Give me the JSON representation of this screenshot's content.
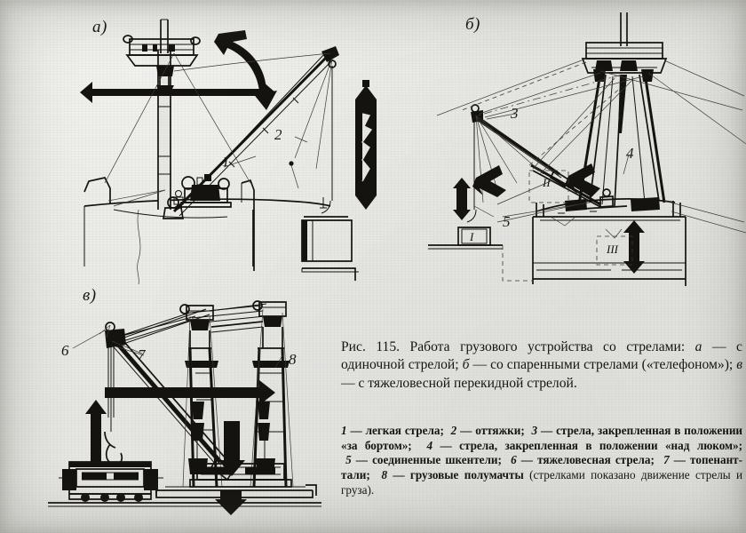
{
  "figure": {
    "panels": [
      {
        "id": "a",
        "label": "а)"
      },
      {
        "id": "b",
        "label": "б)"
      },
      {
        "id": "v",
        "label": "в)"
      }
    ],
    "callouts": [
      {
        "id": "c1",
        "text": "1",
        "panel": "a"
      },
      {
        "id": "c2",
        "text": "2",
        "panel": "a"
      },
      {
        "id": "c3",
        "text": "3",
        "panel": "b"
      },
      {
        "id": "c4",
        "text": "4",
        "panel": "b"
      },
      {
        "id": "c5",
        "text": "5",
        "panel": "b"
      },
      {
        "id": "c6",
        "text": "6",
        "panel": "v"
      },
      {
        "id": "c7",
        "text": "7",
        "panel": "v"
      },
      {
        "id": "c8",
        "text": "8",
        "panel": "v"
      }
    ],
    "position_marks": [
      {
        "id": "p1",
        "text": "I",
        "panel": "b"
      },
      {
        "id": "p2",
        "text": "II",
        "panel": "b"
      },
      {
        "id": "p3",
        "text": "III",
        "panel": "b"
      }
    ]
  },
  "caption": {
    "figure_number": "Рис. 115.",
    "title": "Работа грузового устройства со стрелами:",
    "item_a_mark": "а",
    "item_a": "— с одиночной стрелой;",
    "item_b_mark": "б",
    "item_b": "— со спаренными стрелами («телефоном»);",
    "item_v_mark": "в",
    "item_v": "— с тяжеловесной перекидной стрелой."
  },
  "legend": {
    "items": [
      {
        "num": "1",
        "dash": "—",
        "text": "легкая стрела;"
      },
      {
        "num": "2",
        "dash": "—",
        "text": "оттяжки;"
      },
      {
        "num": "3",
        "dash": "—",
        "text": "стрела, закрепленная в положении «за бортом»;"
      },
      {
        "num": "4",
        "dash": "—",
        "text": "стрела, закрепленная в положении «над люком»;"
      },
      {
        "num": "5",
        "dash": "—",
        "text": "соединенные шкентели;"
      },
      {
        "num": "6",
        "dash": "—",
        "text": "тяжеловесная стрела;"
      },
      {
        "num": "7",
        "dash": "—",
        "text": "топенант-тали;"
      },
      {
        "num": "8",
        "dash": "—",
        "text": "грузовые полумачты"
      }
    ],
    "note": "(стрелками показано движение стрелы и груза)."
  },
  "colors": {
    "paper": "#e7e7e3",
    "ink": "#14120f",
    "ink_light": "#55524a"
  }
}
